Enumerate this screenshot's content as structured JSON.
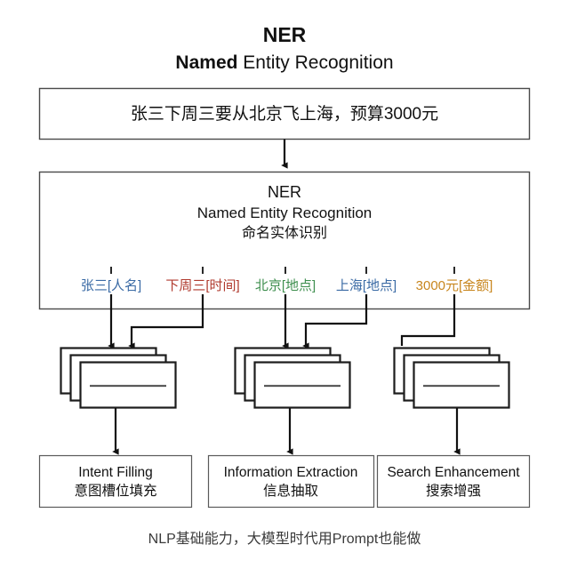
{
  "title": {
    "line1": "NER",
    "line2_bold": "Named",
    "line2_rest": " Entity Recognition"
  },
  "input_box": {
    "text": "张三下周三要从北京飞上海，预算3000元"
  },
  "ner_box": {
    "abbr": "NER",
    "english": "Named Entity Recognition",
    "chinese": "命名实体识别"
  },
  "entities": [
    {
      "surface": "张三",
      "type": "[人名]",
      "color": "#3b6ba5"
    },
    {
      "surface": "下周三",
      "type": "[时间]",
      "color": "#b03a2e"
    },
    {
      "surface": "北京",
      "type": "[地点]",
      "color": "#3f8f4f"
    },
    {
      "surface": "上海",
      "type": "[地点]",
      "color": "#3b6ba5"
    },
    {
      "surface": "3000元",
      "type": "[金额]",
      "color": "#c8861e"
    }
  ],
  "card_groups": [
    {
      "name": "intent-cards"
    },
    {
      "name": "extraction-cards"
    },
    {
      "name": "search-cards"
    }
  ],
  "outputs": [
    {
      "english": "Intent Filling",
      "chinese": "意图槽位填充"
    },
    {
      "english": "Information Extraction",
      "chinese": "信息抽取"
    },
    {
      "english": "Search Enhancement",
      "chinese": "搜索增强"
    }
  ],
  "footer": {
    "text": "NLP基础能力，大模型时代用Prompt也能做"
  },
  "colors": {
    "background": "#ffffff",
    "text": "#111111",
    "box_stroke": "#4a4a4a",
    "card_stroke": "#1c1c1c",
    "connector": "#111111",
    "footer_text": "#3a3a3a"
  }
}
